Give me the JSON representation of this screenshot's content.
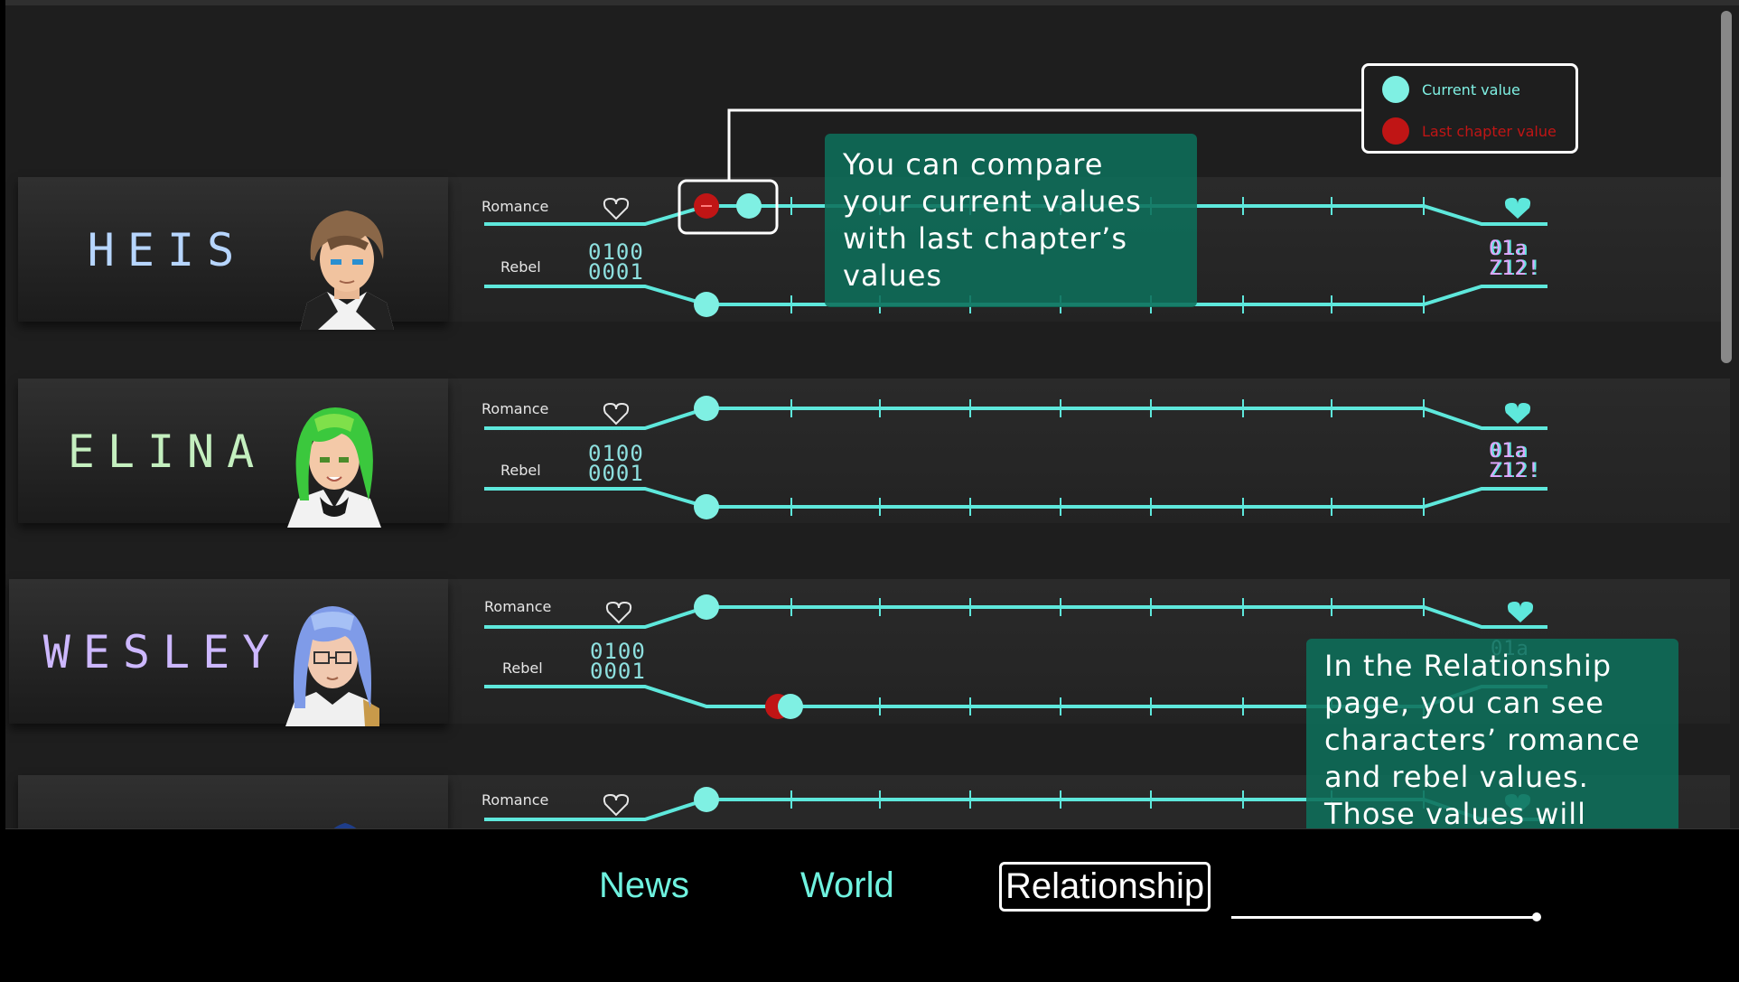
{
  "colors": {
    "track": "#5ee8dc",
    "current": "#7ff0e3",
    "last": "#c01515",
    "tooltip_bg": "#0e6e5a"
  },
  "characters": [
    {
      "name": "HEIS",
      "name_color": "#b7d6ff",
      "romance_label": "Romance",
      "rebel_label": "Rebel",
      "binary_top": "0100",
      "binary_bottom": "0001",
      "glitch_top": "01a",
      "glitch_bottom": "Z12!"
    },
    {
      "name": "ELINA",
      "name_color": "#c4efbf",
      "romance_label": "Romance",
      "rebel_label": "Rebel",
      "binary_top": "0100",
      "binary_bottom": "0001",
      "glitch_top": "01a",
      "glitch_bottom": "Z12!"
    },
    {
      "name": "WESLEY",
      "name_color": "#cdb8ff",
      "romance_label": "Romance",
      "rebel_label": "Rebel",
      "binary_top": "0100",
      "binary_bottom": "0001",
      "glitch_top": "01a",
      "glitch_bottom": ""
    },
    {
      "name": "",
      "name_color": "#ffffff",
      "romance_label": "Romance",
      "rebel_label": "",
      "binary_top": "",
      "binary_bottom": ""
    }
  ],
  "legend": {
    "current_label": "Current value",
    "last_label": "Last chapter value"
  },
  "tooltips": {
    "compare": "You can compare your current values with last chapter’s values",
    "relationship": "In the Relationship page, you can see characters’ romance and rebel values. Those values will affect the story and ending"
  },
  "nav": {
    "news": "News",
    "world": "World",
    "relationship": "Relationship"
  }
}
